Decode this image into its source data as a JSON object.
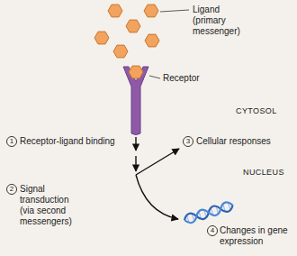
{
  "diagram": {
    "nodes": [
      {
        "text": [
          "CYTOSOL"
        ]
      },
      {
        "text": [
          "NUCLEUS"
        ],
        "in": 0
      }
    ],
    "labels": [
      "Ligand (primary messenger)",
      "Receptor",
      "1",
      "Receptor-ligand binding",
      "2",
      "Signal transduction (via second messengers)",
      "3",
      "Cellular responses",
      "4",
      "Changes in gene expression"
    ]
  }
}
